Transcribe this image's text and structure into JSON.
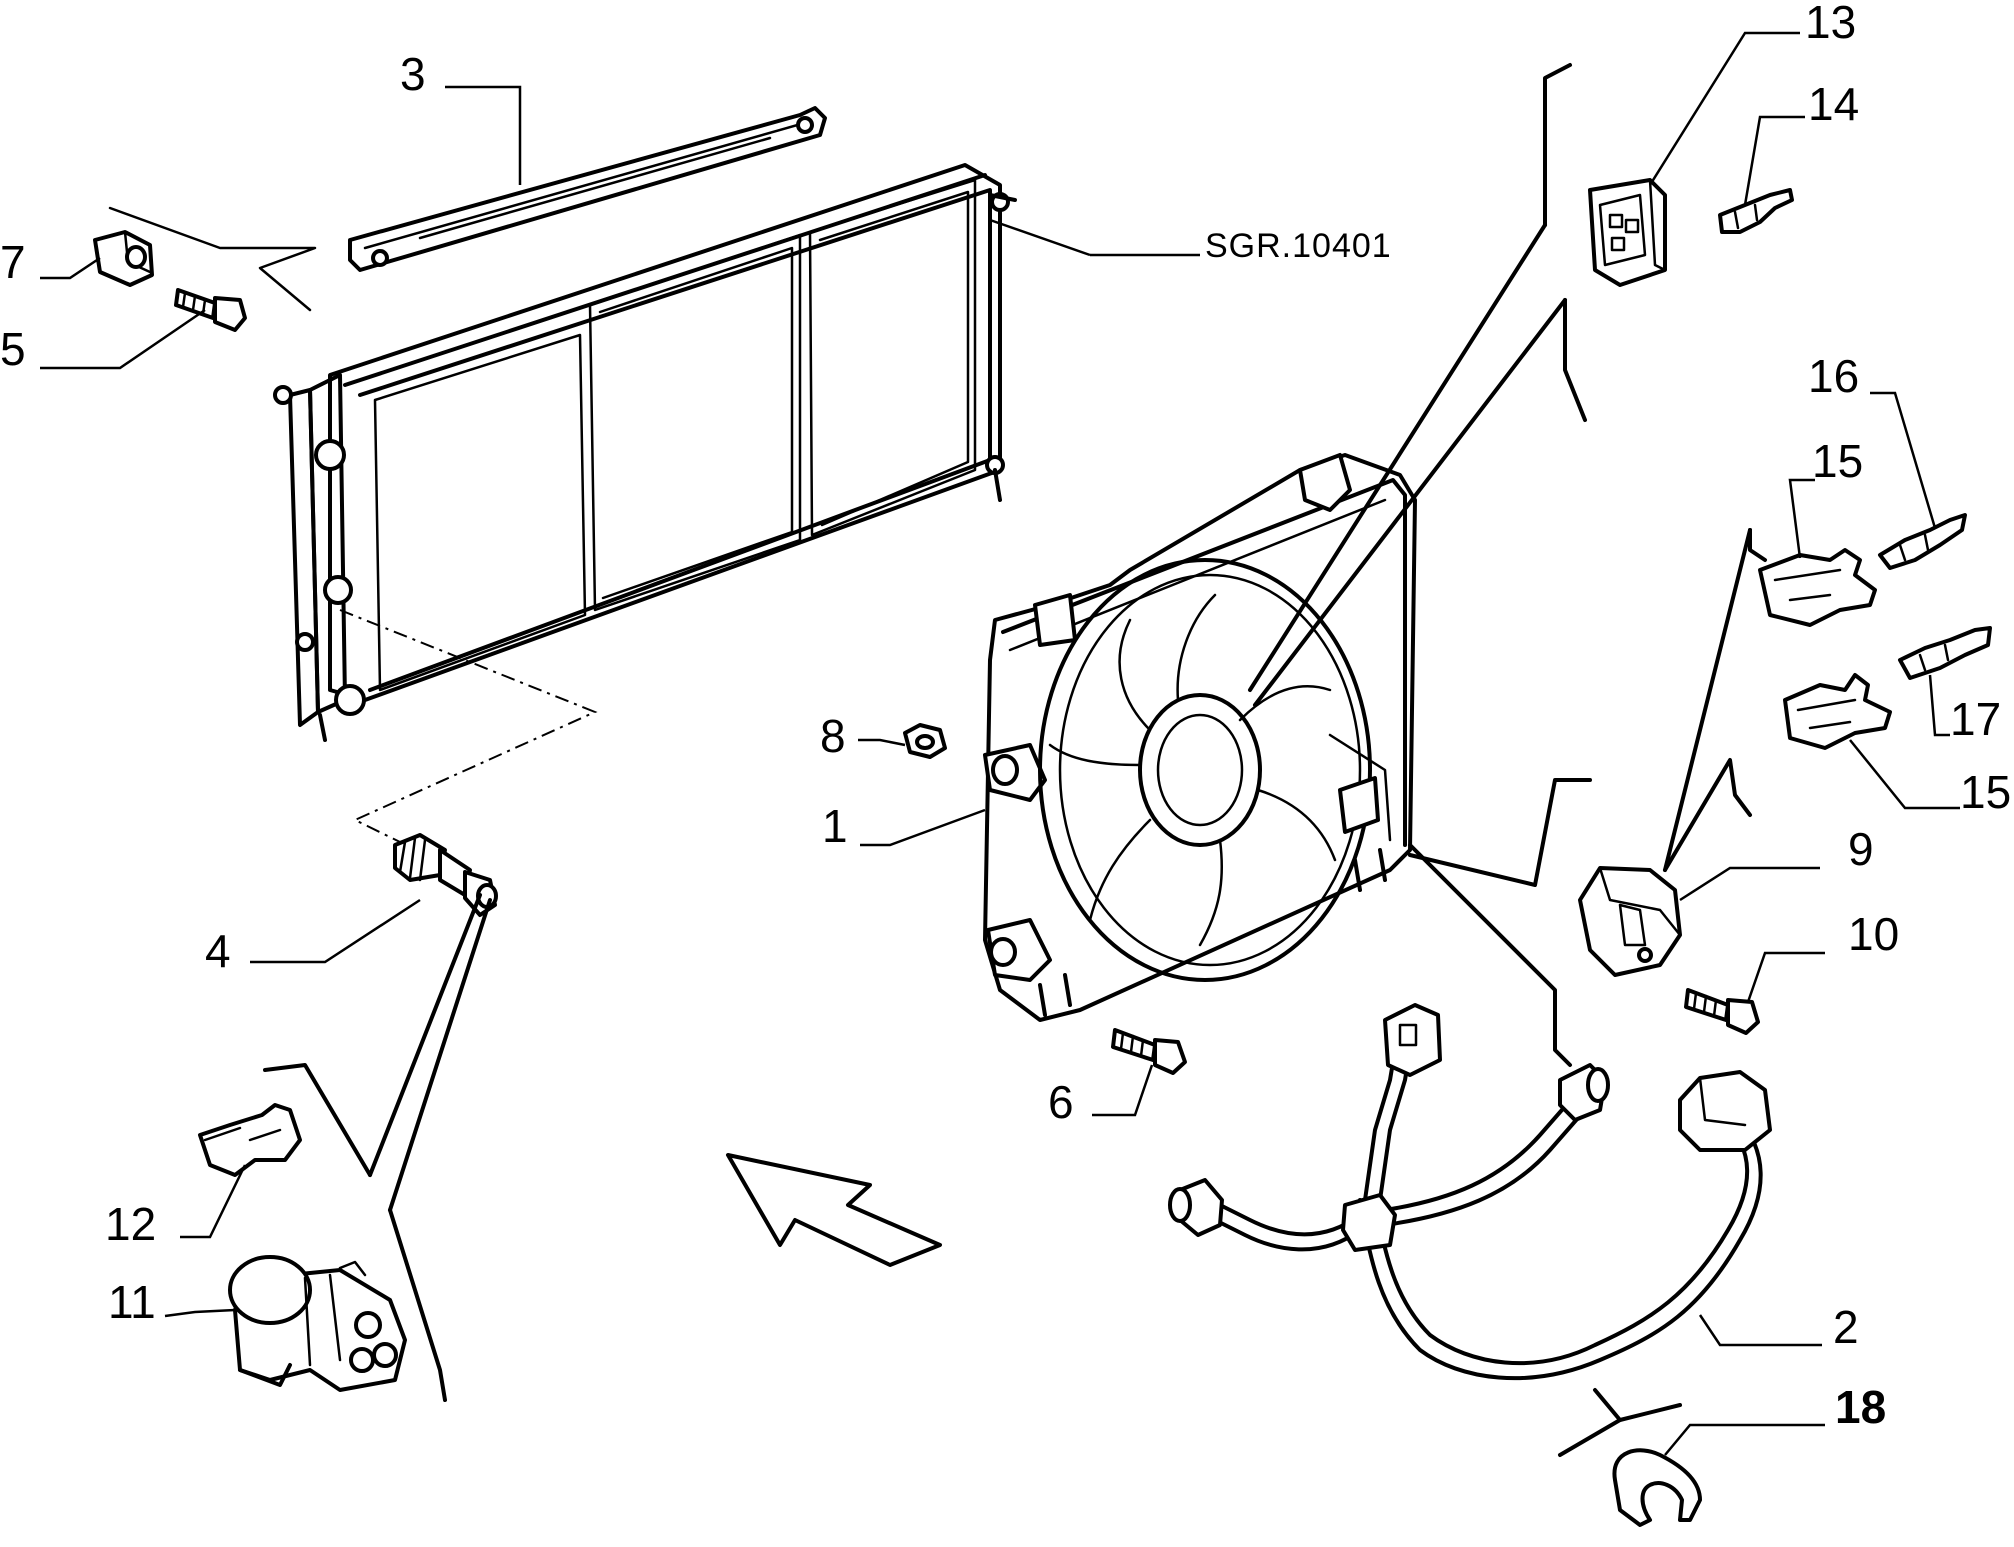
{
  "diagram": {
    "reference_code": "SGR.10401",
    "callouts": {
      "c1": "1",
      "c2": "2",
      "c3": "3",
      "c4": "4",
      "c5": "5",
      "c6": "6",
      "c7": "7",
      "c8": "8",
      "c9": "9",
      "c10": "10",
      "c11": "11",
      "c12": "12",
      "c13": "13",
      "c14": "14",
      "c15a": "15",
      "c15b": "15",
      "c16": "16",
      "c17": "17",
      "c18": "18"
    }
  }
}
